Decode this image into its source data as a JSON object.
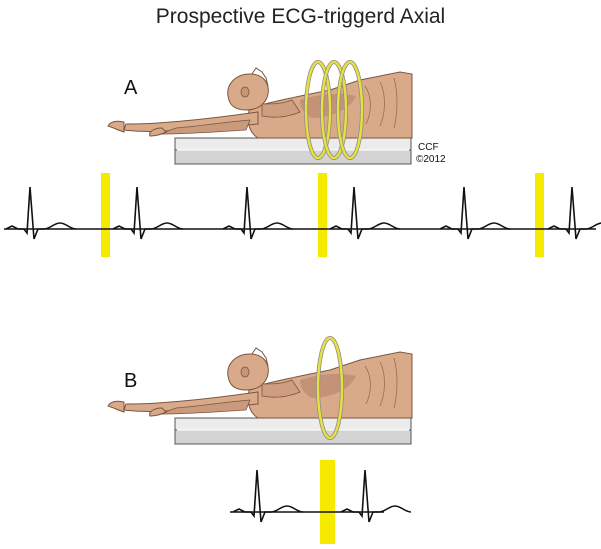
{
  "title": "Prospective ECG-triggerd Axial",
  "copyright": {
    "line1": "CCF",
    "line2": "©2012"
  },
  "panels": [
    {
      "label": "A",
      "gantry_rings": 3,
      "ecg_beats": 6,
      "acquisition_windows": 3
    },
    {
      "label": "B",
      "gantry_rings": 1,
      "ecg_beats": 2,
      "acquisition_windows": 1
    }
  ],
  "colors": {
    "acquisition_window": "#f5ea00",
    "gantry_ring": "#e8e040",
    "skin": "#d9aa8a",
    "skin_shadow": "#b5846a",
    "table": "#d9d9d9",
    "ecg_trace": "#111111"
  }
}
